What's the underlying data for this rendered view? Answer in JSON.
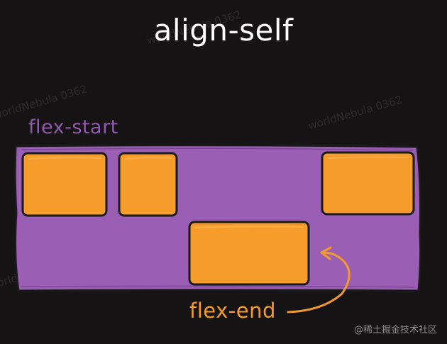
{
  "title": "align-self",
  "container_label": "flex-start",
  "item_label": "flex-end",
  "watermark_text": "worldNebula 0362",
  "credit": "@稀土掘金技术社区",
  "colors": {
    "background": "#151314",
    "container": "#9a5fb5",
    "container_label": "#9159ae",
    "item_fill": "#f59c2a",
    "item_label": "#f39a2b",
    "outline": "#1b1a1b"
  }
}
